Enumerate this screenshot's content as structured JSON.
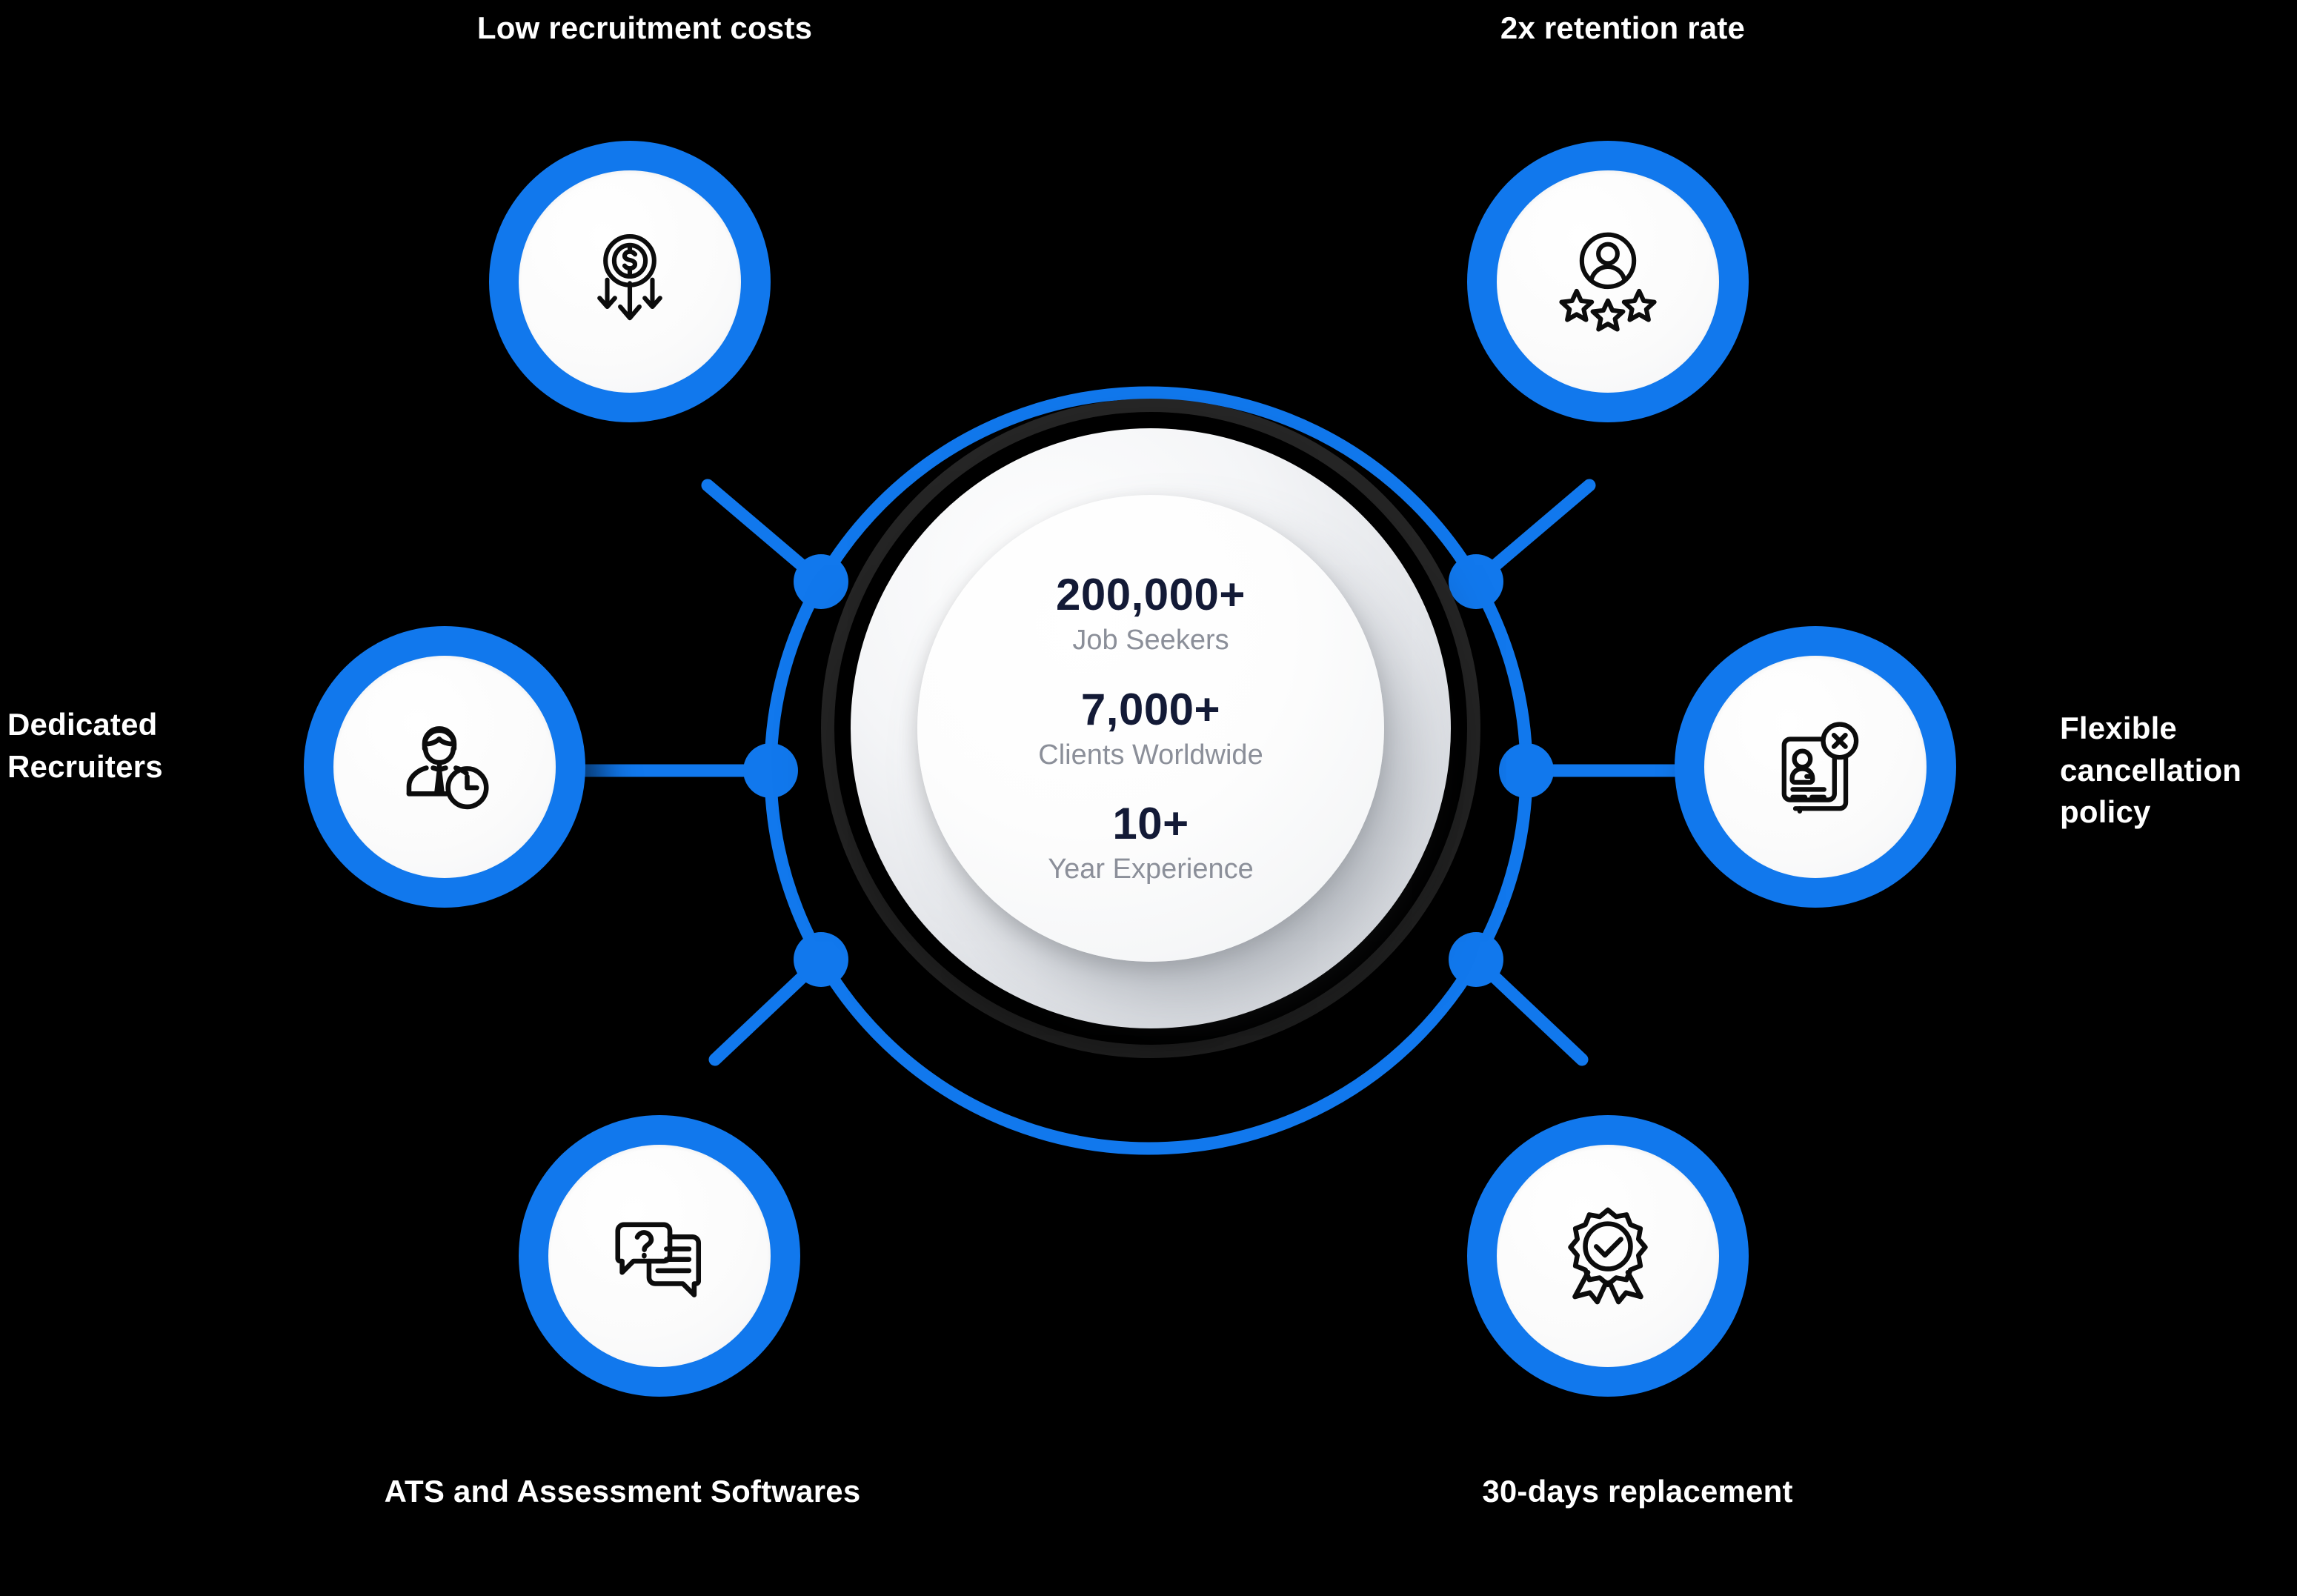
{
  "theme": {
    "background": "#000000",
    "accent_blue": "#1178ED",
    "ring_dark": "#262626",
    "stat_value_color": "#131a36",
    "stat_label_color": "#8b8f99",
    "label_color": "#ffffff"
  },
  "center": {
    "stats": [
      {
        "value": "200,000+",
        "label": "Job Seekers"
      },
      {
        "value": "7,000+",
        "label": "Clients Worldwide"
      },
      {
        "value": "10+",
        "label": "Year Experience"
      }
    ]
  },
  "nodes": [
    {
      "id": "low-recruitment-costs",
      "label": "Low recruitment costs",
      "icon": "money-decrease-icon",
      "position": "top-left"
    },
    {
      "id": "retention-rate",
      "label": "2x retention rate",
      "icon": "user-stars-rating-icon",
      "position": "top-right"
    },
    {
      "id": "dedicated-recruiters",
      "label": "Dedicated Recruiters",
      "icon": "recruiter-clock-icon",
      "position": "left"
    },
    {
      "id": "flexible-cancellation",
      "label": "Flexible cancellation policy",
      "icon": "resume-cancel-icon",
      "position": "right"
    },
    {
      "id": "ats-assessment",
      "label": "ATS and Assessment Softwares",
      "icon": "chat-question-icon",
      "position": "bottom-left"
    },
    {
      "id": "replacement-guarantee",
      "label": "30-days replacement",
      "icon": "badge-check-icon",
      "position": "bottom-right"
    }
  ]
}
